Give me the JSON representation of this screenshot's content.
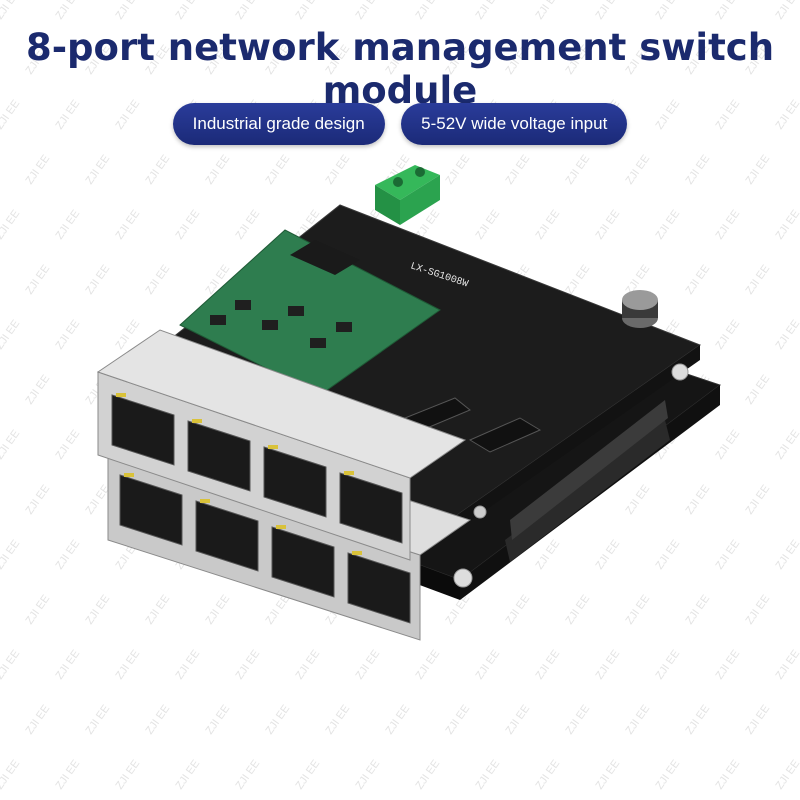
{
  "title": "8-port network management switch module",
  "badges": [
    "Industrial grade design",
    "5-52V wide voltage input"
  ],
  "board_label": "LX-SG1008W",
  "watermark": "ZJI EE",
  "colors": {
    "title": "#1b2a6e",
    "badge_bg": "#1f2f86",
    "pcb": "#1c1c1c",
    "daughter_board": "#2e7d4f",
    "terminal_block": "#2fa84f"
  },
  "rj45_ports": {
    "top_row": 4,
    "bottom_row": 4
  }
}
